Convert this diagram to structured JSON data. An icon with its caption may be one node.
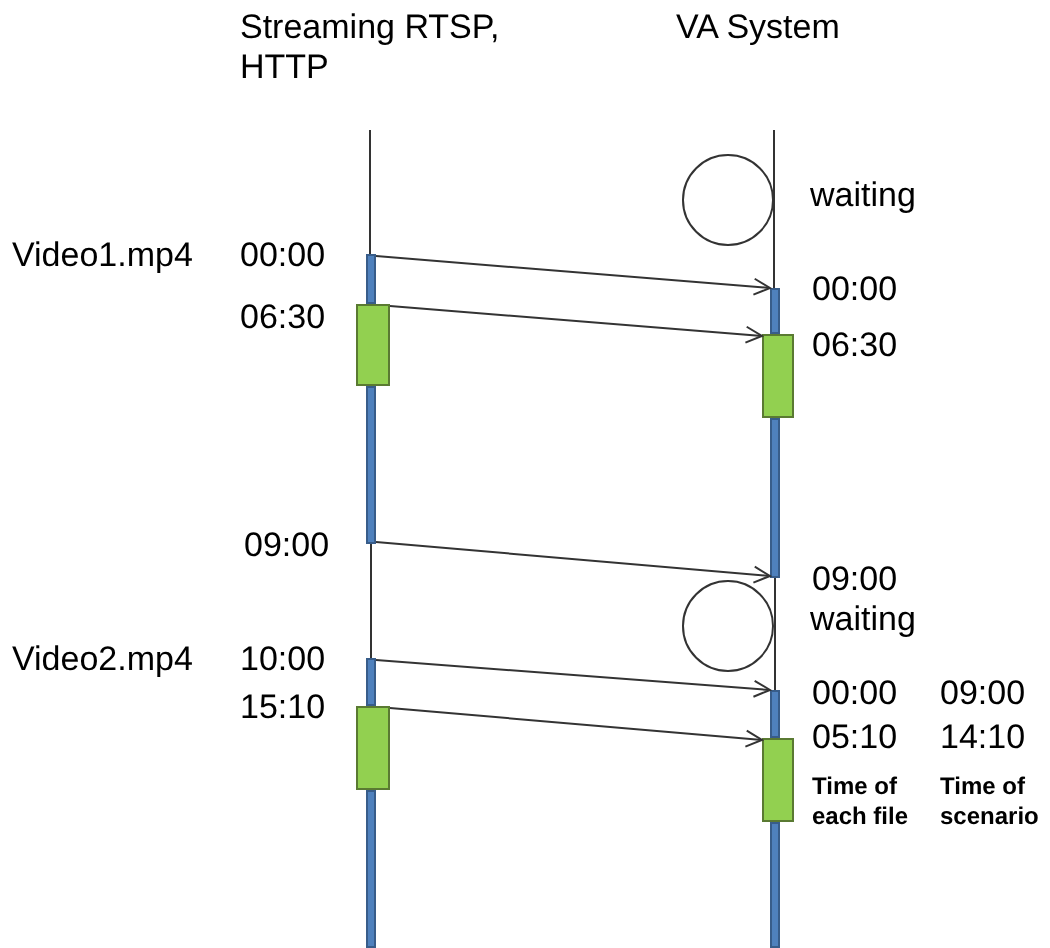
{
  "diagram": {
    "nodes": [
      {
        "text": [],
        "shape": "circle"
      },
      {
        "text": [],
        "shape": "bar"
      },
      {
        "text": [],
        "shape": "box"
      },
      {
        "text": [],
        "shape": "bar"
      },
      {
        "text": [],
        "shape": "box"
      },
      {
        "text": [],
        "shape": "bar"
      },
      {
        "text": [],
        "shape": "bar"
      },
      {
        "text": [],
        "shape": "circle"
      },
      {
        "text": [],
        "shape": "bar"
      },
      {
        "text": [],
        "shape": "box"
      },
      {
        "text": [],
        "shape": "bar"
      },
      {
        "text": [],
        "shape": "box"
      },
      {
        "text": [],
        "shape": "bar"
      },
      {
        "text": [],
        "shape": "bar"
      }
    ],
    "edges": [
      {
        "from": 1,
        "to": 3,
        "arrow": "to"
      },
      {
        "from": 2,
        "to": 4,
        "arrow": "to"
      },
      {
        "from": 5,
        "to": 6,
        "arrow": "to"
      },
      {
        "from": 8,
        "to": 10,
        "arrow": "to"
      },
      {
        "from": 9,
        "to": 11,
        "arrow": "to"
      },
      {
        "from": 5,
        "to": 8,
        "arrow": "none"
      },
      {
        "from": 6,
        "to": 10,
        "arrow": "none"
      }
    ],
    "labels": [
      "Streaming RTSP, HTTP",
      "VA System",
      "waiting",
      "Video1.mp4",
      "00:00",
      "00:00",
      "06:30",
      "06:30",
      "09:00",
      "09:00",
      "waiting",
      "Video2.mp4",
      "10:00",
      "00:00",
      "09:00",
      "15:10",
      "05:10",
      "14:10",
      "Time of each file",
      "Time of scenario"
    ]
  }
}
